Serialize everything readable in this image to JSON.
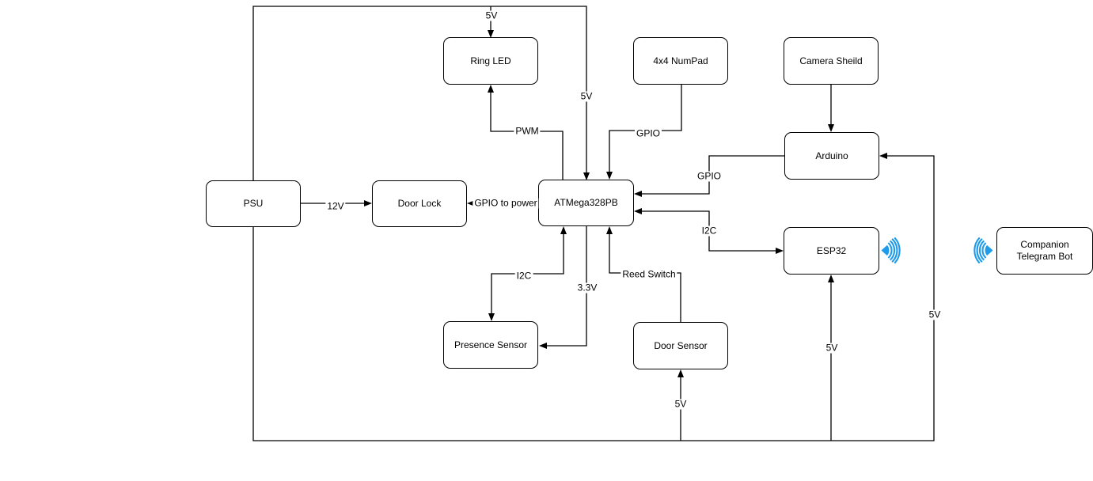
{
  "colors": {
    "line": "#000000",
    "box_fill": "#ffffff",
    "box_border": "#000000",
    "wifi_blue": "#1E9BE9"
  },
  "nodes": {
    "psu": "PSU",
    "door_lock": "Door Lock",
    "atmega": "ATMega328PB",
    "ring_led": "Ring LED",
    "numpad": "4x4 NumPad",
    "camera_shield": "Camera Sheild",
    "arduino": "Arduino",
    "esp32": "ESP32",
    "presence_sensor": "Presence Sensor",
    "door_sensor": "Door Sensor",
    "telegram_bot": "Companion Telegram Bot"
  },
  "edge_labels": {
    "psu_ringled_5v": "5V",
    "psu_atmega_5v": "5V",
    "pwm": "PWM",
    "numpad_gpio": "GPIO",
    "psu_doorlock_12v": "12V",
    "gpio_to_power": "GPIO to power",
    "arduino_gpio": "GPIO",
    "esp32_i2c": "I2C",
    "presence_i2c": "I2C",
    "presence_3v3": "3.3V",
    "reed_switch": "Reed Switch",
    "doorsensor_5v": "5V",
    "esp32_5v": "5V",
    "arduino_5v": "5V"
  },
  "icons": {
    "esp32_wifi": "wifi-signal",
    "telegram_wifi": "wifi-signal"
  }
}
